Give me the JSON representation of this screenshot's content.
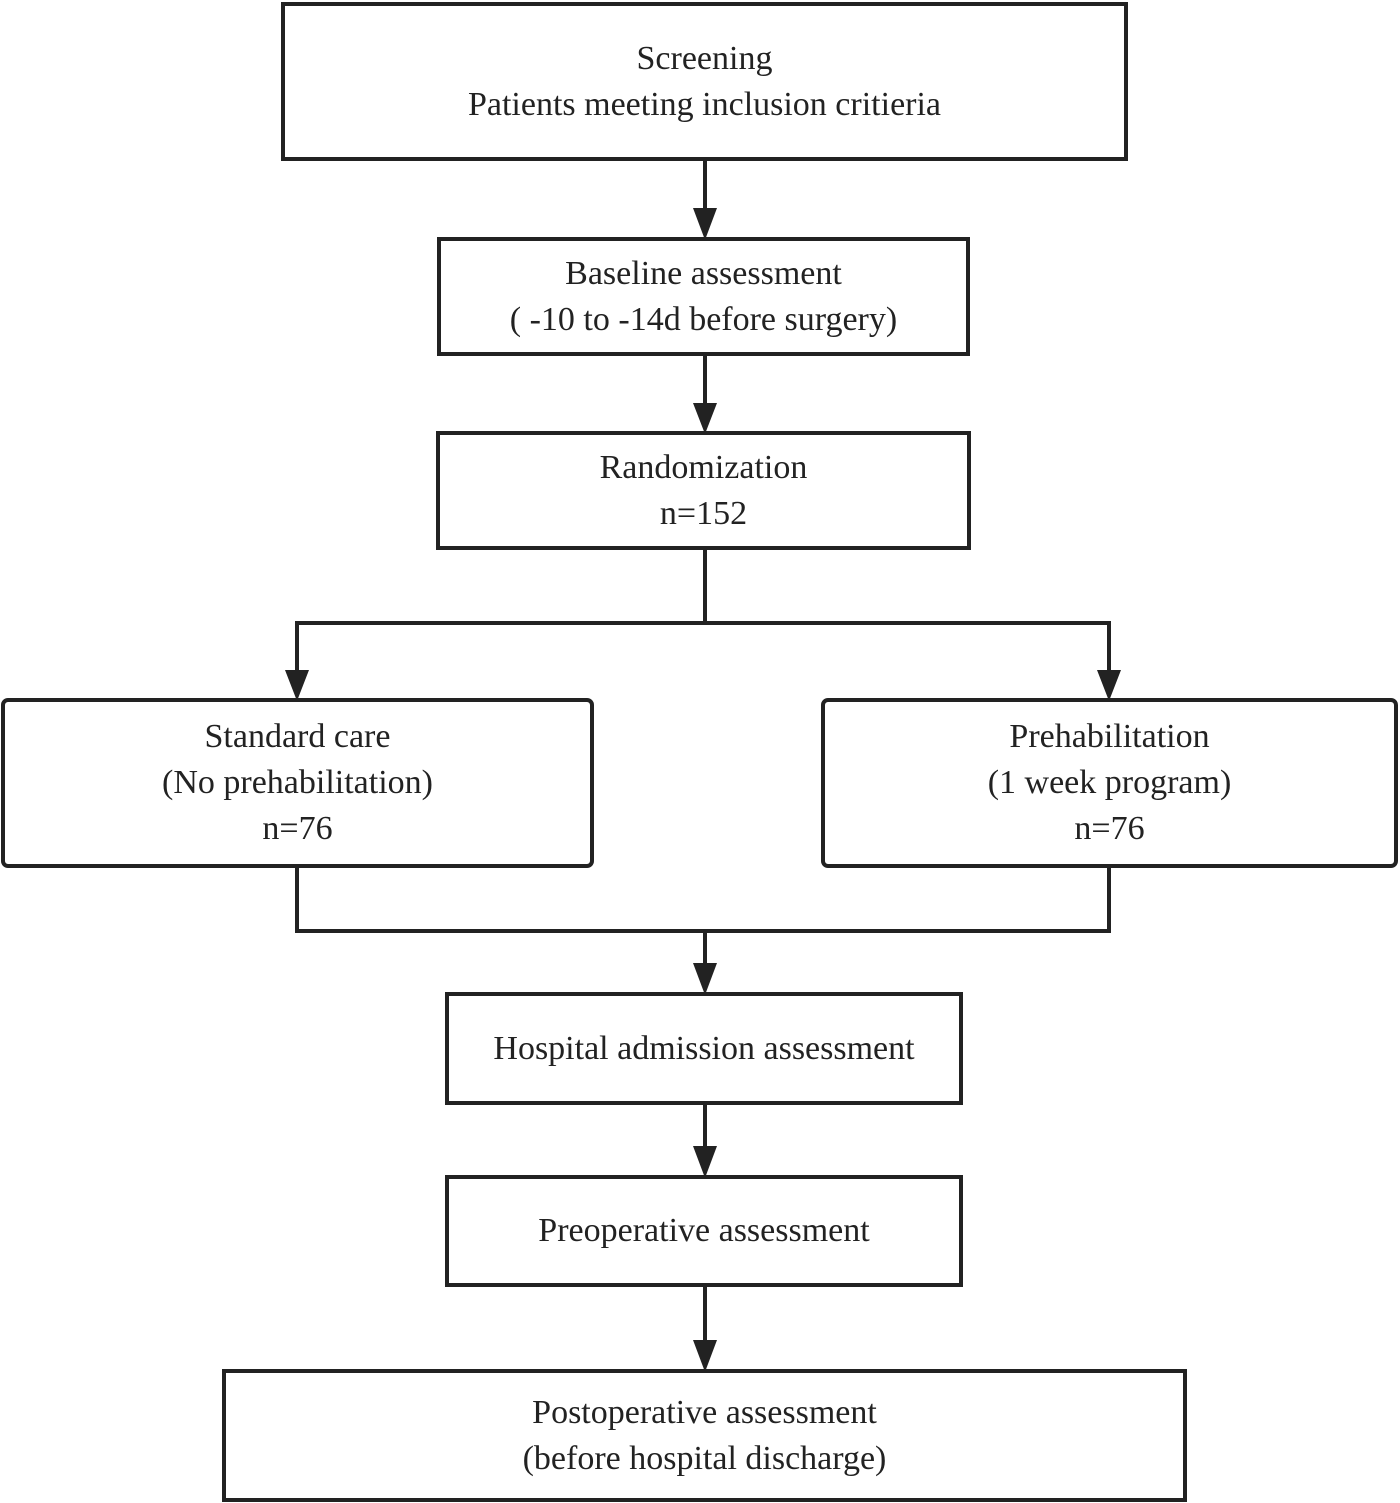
{
  "diagram": {
    "screening": {
      "lines": [
        "Screening",
        "Patients meeting inclusion critieria"
      ]
    },
    "baseline": {
      "lines": [
        "Baseline assessment",
        "( -10 to -14d before surgery)"
      ]
    },
    "randomization": {
      "lines": [
        "Randomization",
        "n=152"
      ]
    },
    "standard_care": {
      "lines": [
        "Standard care",
        "(No prehabilitation)",
        "n=76"
      ]
    },
    "prehabilitation": {
      "lines": [
        "Prehabilitation",
        "(1 week program)",
        "n=76"
      ]
    },
    "admission": {
      "lines": [
        "Hospital admission assessment"
      ]
    },
    "preoperative": {
      "lines": [
        "Preoperative assessment"
      ]
    },
    "postoperative": {
      "lines": [
        "Postoperative assessment",
        "(before hospital discharge)"
      ]
    }
  },
  "colors": {
    "stroke": "#222222",
    "background": "#ffffff"
  }
}
